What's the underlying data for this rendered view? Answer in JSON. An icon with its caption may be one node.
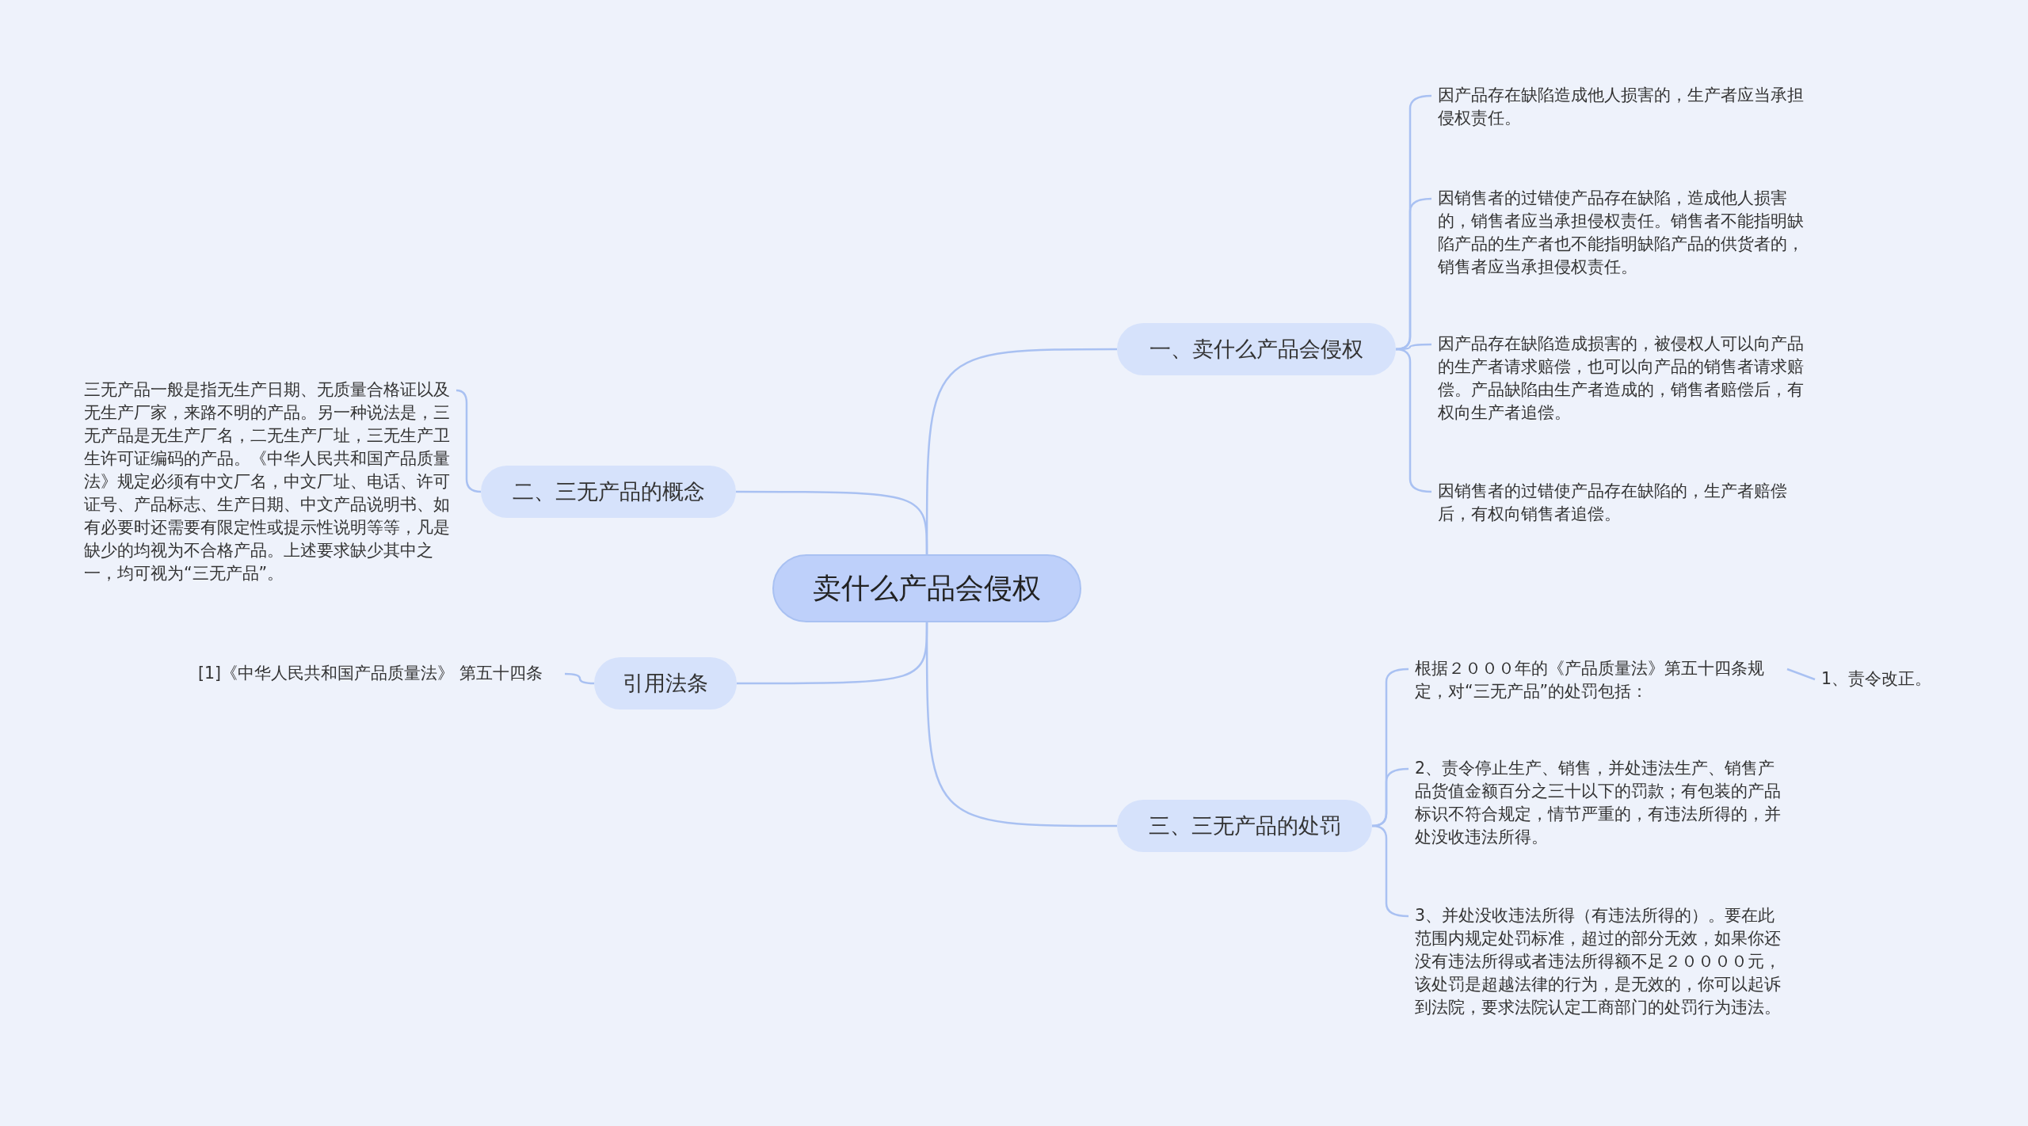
{
  "diagram": {
    "nodes": [
      {
        "text": [
          "卖什么产品会侵权"
        ]
      },
      {
        "text": [
          "一、卖什么产品会侵权"
        ]
      },
      {
        "text": [
          "因产品存在缺陷造成他人损害的，生产者应当承担侵权责任。"
        ]
      },
      {
        "text": [
          "因销售者的过错使产品存在缺陷，造成他人损害的，销售者应当承担侵权责任。销售者不能指明缺陷产品的生产者也不能指明缺陷产品的供货者的，销售者应当承担侵权责任。"
        ]
      },
      {
        "text": [
          "因产品存在缺陷造成损害的，被侵权人可以向产品的生产者请求赔偿，也可以向产品的销售者请求赔偿。产品缺陷由生产者造成的，销售者赔偿后，有权向生产者追偿。"
        ]
      },
      {
        "text": [
          "因销售者的过错使产品存在缺陷的，生产者赔偿后，有权向销售者追偿。"
        ]
      },
      {
        "text": [
          "二、三无产品的概念"
        ]
      },
      {
        "text": [
          "三无产品一般是指无生产日期、无质量合格证以及无生产厂家，来路不明的产品。另一种说法是，三无产品是无生产厂名，二无生产厂址，三无生产卫生许可证编码的产品。《中华人民共和国产品质量法》规定必须有中文厂名，中文厂址、电话、许可证号、产品标志、生产日期、中文产品说明书、如有必要时还需要有限定性或提示性说明等等，凡是缺少的均视为不合格产品。上述要求缺少其中之一，均可视为“三无产品”。"
        ]
      },
      {
        "text": [
          "引用法条"
        ]
      },
      {
        "text": [
          "[1]《中华人民共和国产品质量法》 第五十四条"
        ]
      },
      {
        "text": [
          "三、三无产品的处罚"
        ]
      },
      {
        "text": [
          "根据２０００年的《产品质量法》第五十四条规定，对“三无产品”的处罚包括："
        ]
      },
      {
        "text": [
          "1、责令改正。"
        ]
      },
      {
        "text": [
          "2、责令停止生产、销售，并处违法生产、销售产品货值金额百分之三十以下的罚款；有包装的产品标识不符合规定，情节严重的，有违法所得的，并处没收违法所得。"
        ]
      },
      {
        "text": [
          "3、并处没收违法所得（有违法所得的）。要在此范围内规定处罚标准，超过的部分无效，如果你还没有违法所得或者违法所得额不足２００００元，该处罚是超越法律的行为，是无效的，你可以起诉到法院，要求法院认定工商部门的处罚行为违法。"
        ]
      }
    ],
    "edges": [
      {
        "from": 0,
        "to": 1,
        "arrow": "none"
      },
      {
        "from": 1,
        "to": 2,
        "arrow": "none"
      },
      {
        "from": 1,
        "to": 3,
        "arrow": "none"
      },
      {
        "from": 1,
        "to": 4,
        "arrow": "none"
      },
      {
        "from": 1,
        "to": 5,
        "arrow": "none"
      },
      {
        "from": 0,
        "to": 6,
        "arrow": "none"
      },
      {
        "from": 6,
        "to": 7,
        "arrow": "none"
      },
      {
        "from": 0,
        "to": 8,
        "arrow": "none"
      },
      {
        "from": 8,
        "to": 9,
        "arrow": "none"
      },
      {
        "from": 0,
        "to": 10,
        "arrow": "none"
      },
      {
        "from": 10,
        "to": 11,
        "arrow": "none"
      },
      {
        "from": 11,
        "to": 12,
        "arrow": "none"
      },
      {
        "from": 10,
        "to": 13,
        "arrow": "none"
      },
      {
        "from": 10,
        "to": 14,
        "arrow": "none"
      }
    ]
  }
}
